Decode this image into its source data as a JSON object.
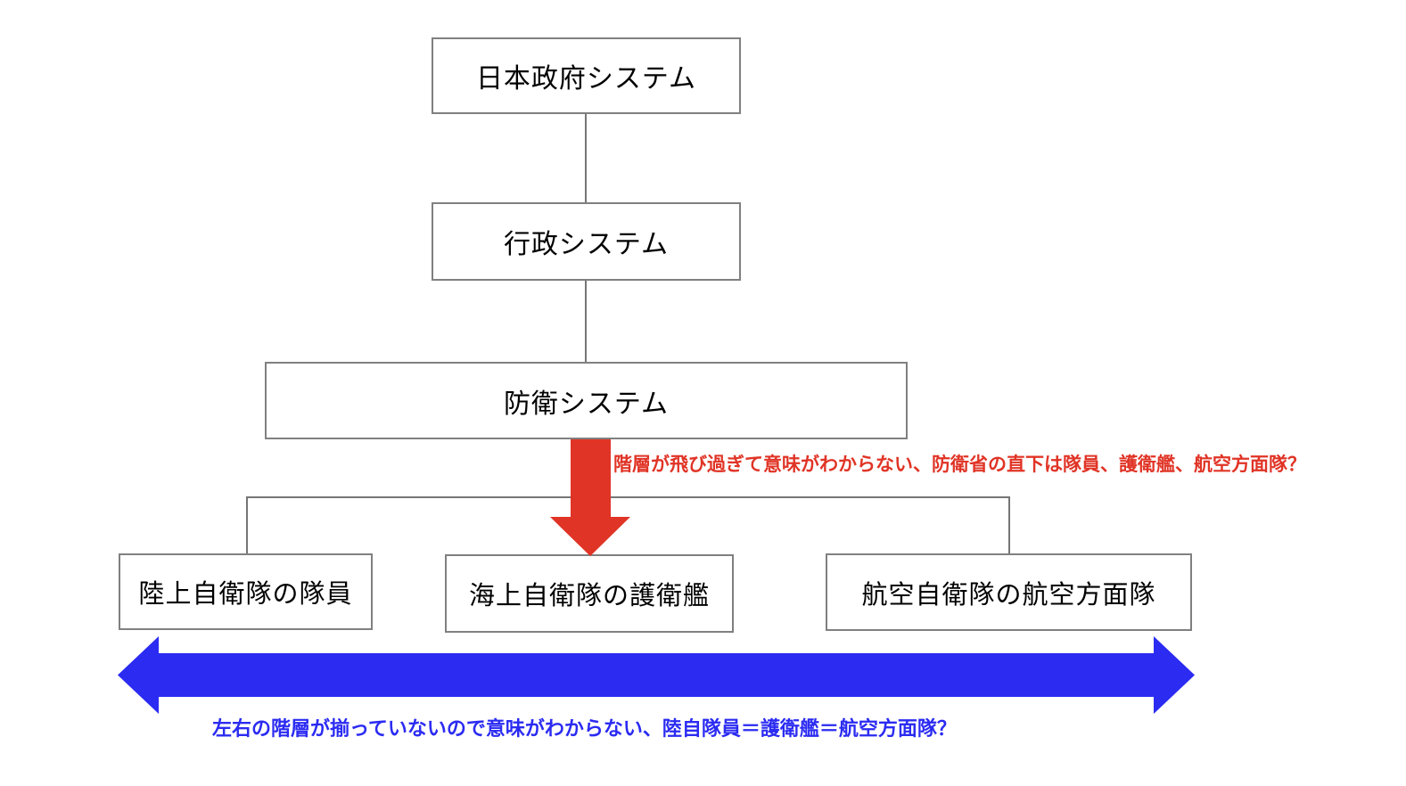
{
  "diagram": {
    "nodes": {
      "govt": "日本政府システム",
      "admin": "行政システム",
      "defense": "防衛システム",
      "gsdf": "陸上自衛隊の隊員",
      "msdf": "海上自衛隊の護衛艦",
      "asdf": "航空自衛隊の航空方面隊"
    },
    "edges": [
      {
        "from": "日本政府システム",
        "to": "行政システム"
      },
      {
        "from": "行政システム",
        "to": "防衛システム"
      },
      {
        "from": "防衛システム",
        "to": "陸上自衛隊の隊員"
      },
      {
        "from": "防衛システム",
        "to": "海上自衛隊の護衛艦"
      },
      {
        "from": "防衛システム",
        "to": "航空自衛隊の航空方面隊"
      }
    ],
    "annotations": {
      "red_note": "階層が飛び過ぎて意味がわからない、防衛省の直下は隊員、護衛艦、航空方面隊？",
      "blue_note": "左右の階層が揃っていないので意味がわからない、陸自隊員＝護衛艦＝航空方面隊？"
    },
    "colors": {
      "red_accent": "#E03426",
      "blue_accent": "#2B2BF2",
      "box_border": "#808080",
      "connector": "#757575",
      "box_text": "#000000"
    }
  }
}
